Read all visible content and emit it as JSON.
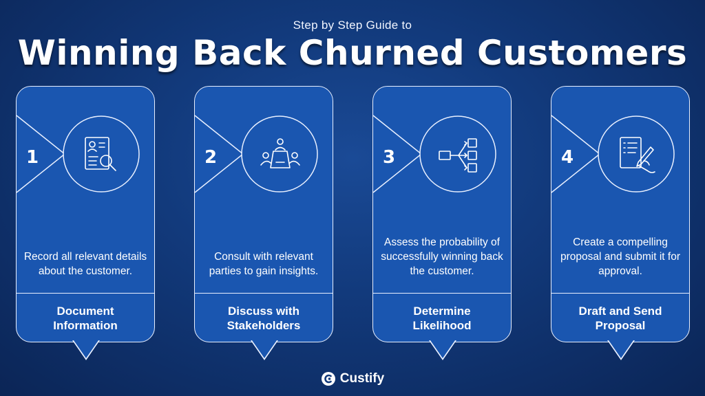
{
  "header": {
    "subtitle": "Step by Step Guide to",
    "title": "Winning Back Churned Customers"
  },
  "steps": [
    {
      "number": "1",
      "icon": "document-search-icon",
      "description": "Record all relevant details about the customer.",
      "label_line1": "Document",
      "label_line2": "Information"
    },
    {
      "number": "2",
      "icon": "meeting-people-icon",
      "description": "Consult with relevant parties to gain insights.",
      "label_line1": "Discuss with",
      "label_line2": "Stakeholders"
    },
    {
      "number": "3",
      "icon": "flow-branches-icon",
      "description": "Assess the probability of successfully winning back the customer.",
      "label_line1": "Determine",
      "label_line2": "Likelihood"
    },
    {
      "number": "4",
      "icon": "sign-document-icon",
      "description": "Create a compelling proposal and submit it for approval.",
      "label_line1": "Draft and Send",
      "label_line2": "Proposal"
    }
  ],
  "brand": {
    "name": "Custify"
  },
  "colors": {
    "background": "#123a7c",
    "card": "#1a56b0",
    "outline": "#e9f0ff"
  }
}
